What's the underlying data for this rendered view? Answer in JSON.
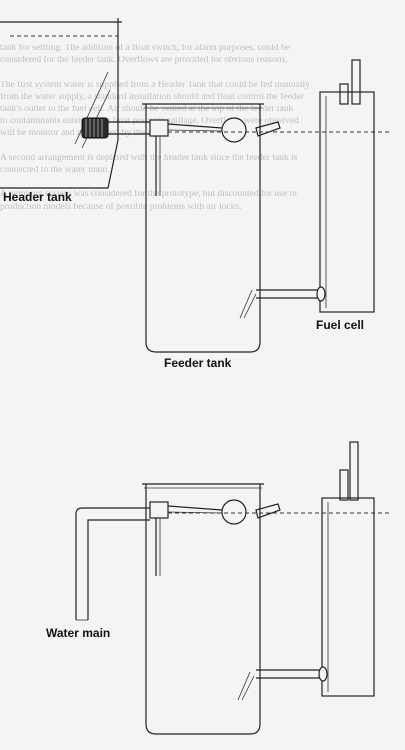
{
  "show_through_text": [
    "tank for settling.  The addition of a float switch, for alarm purposes, could be",
    "considered for the feeder tank. Overflows are provided for obvious reasons.",
    "",
    "The first system water is supplied from a Header Tank that could be fed manually",
    "from the water supply, a standard installation should and float control the feeder",
    "tank's outlet to the fuel cell. Air should be vented at the top of the feeder tank",
    "to contaminants entering, the float prevents spillage.  Overflows were observed",
    "will be monitor and maintained by the tank.",
    "",
    "A second arrangement is depicted with the header tank since the feeder tank is",
    "connected to the water main.",
    "",
    "A pumping system was considered for the prototype, but discounted for use in",
    "production models because of possible problems with air locks."
  ],
  "diagram1": {
    "header_tank_label": "Header tank",
    "feeder_tank_label": "Feeder tank",
    "fuel_cell_label": "Fuel cell"
  },
  "diagram2": {
    "water_main_label": "Water main"
  }
}
